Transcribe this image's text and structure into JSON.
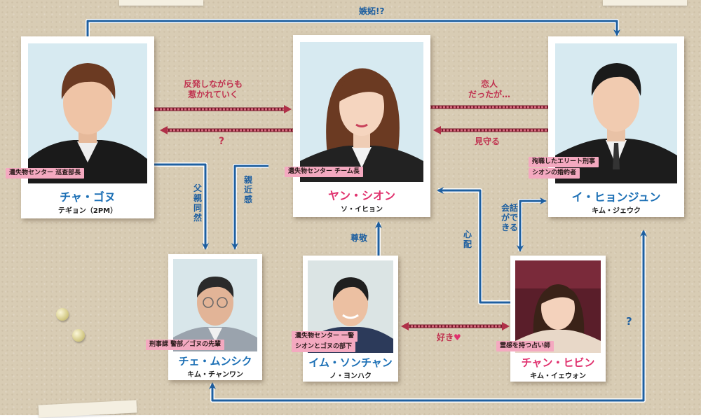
{
  "colors": {
    "blue_arrow": "#1e5fa0",
    "red_arrow": "#b03048",
    "name_blue": "#1b6fb5",
    "name_pink": "#e0316e",
    "tag_pink": "#f4a9c0"
  },
  "characters": {
    "gonu": {
      "name": "チャ・ゴヌ",
      "actor": "テギョン（2PM）",
      "tags": [
        "遺失物センター 巡査部長"
      ]
    },
    "sion": {
      "name": "ヤン・シオン",
      "actor": "ソ・イヒョン",
      "tags": [
        "遺失物センター チーム長"
      ]
    },
    "hyonjun": {
      "name": "イ・ヒョンジュン",
      "actor": "キム・ジェウク",
      "tags": [
        "殉職したエリート刑事",
        "シオンの婚約者"
      ]
    },
    "munsiku": {
      "name": "チェ・ムンシク",
      "actor": "キム・チャンワン",
      "tags": [
        "刑事課 警部／ゴヌの先輩"
      ]
    },
    "sonchan": {
      "name": "イム・ソンチャン",
      "actor": "ノ・ヨンハク",
      "tags": [
        "遺失物センター 一警",
        "シオンとゴヌの部下"
      ]
    },
    "hibin": {
      "name": "チャン・ヒビン",
      "actor": "キム・イェウォン",
      "tags": [
        "霊感を持つ占い師"
      ]
    }
  },
  "relations": {
    "jealousy": "嫉妬!?",
    "gonu_to_sion_line1": "反発しながらも",
    "gonu_to_sion_line2": "惹かれていく",
    "sion_to_gonu": "?",
    "hyonjun_to_sion_line1": "恋人",
    "hyonjun_to_sion_line2": "だったが…",
    "watch_over": "見守る",
    "fatherly": "父親同然",
    "closeness": "親近感",
    "respect": "尊敬",
    "worry": "心配",
    "can_talk": "会話ができる",
    "likes": "好き",
    "heart": "♥",
    "hibin_to_munsiku": "?"
  }
}
